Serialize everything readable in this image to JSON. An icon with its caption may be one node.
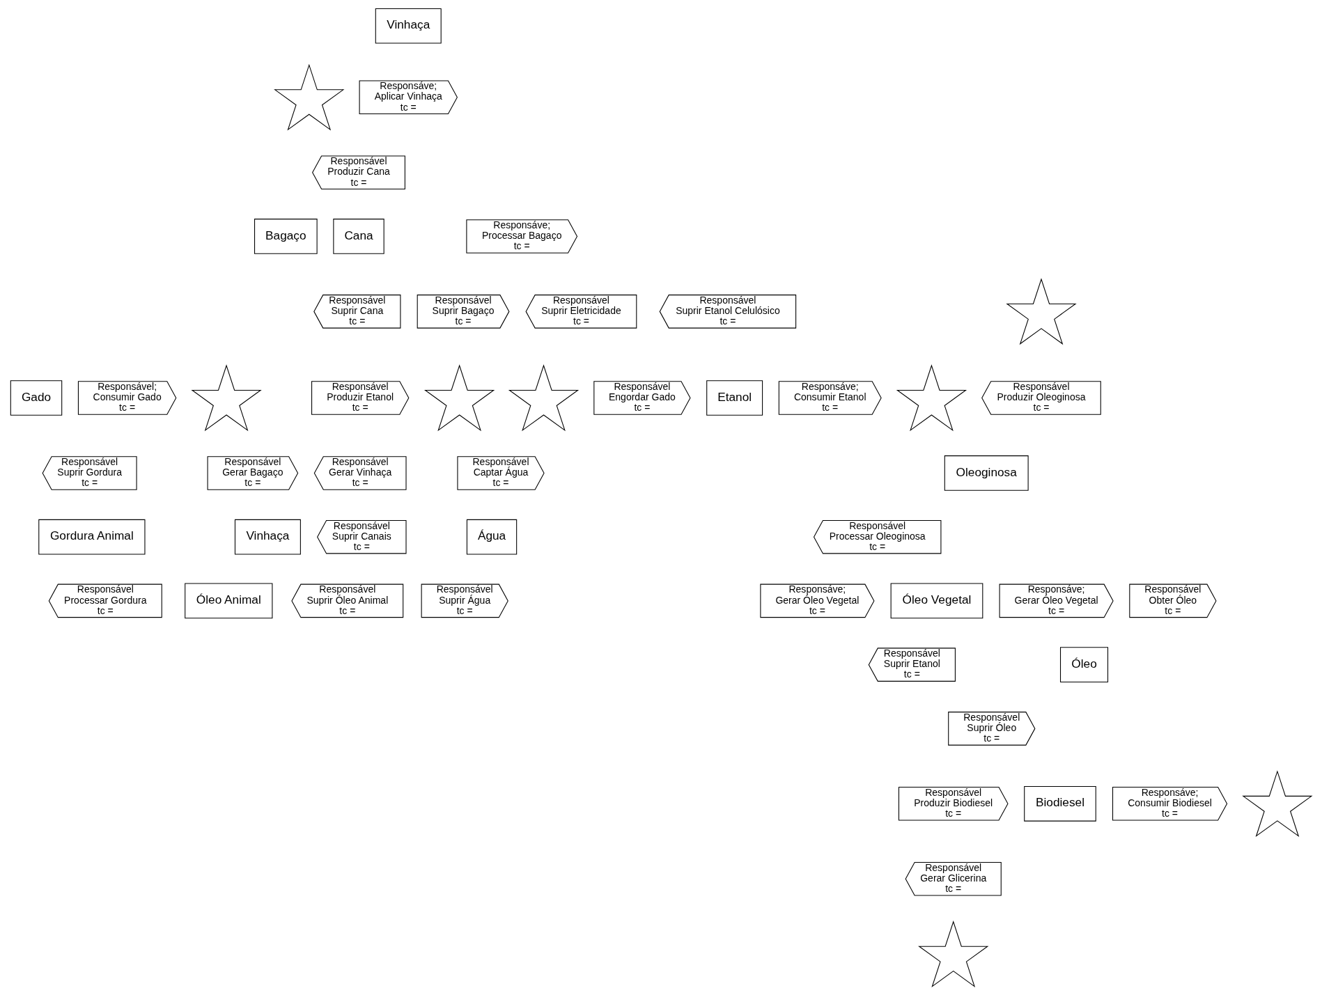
{
  "diagram": {
    "nodes": [
      {
        "text": [],
        "shape": "star"
      },
      {
        "text": [],
        "shape": "star"
      },
      {
        "text": [
          "Responsável",
          "Engordar Gado",
          "tc ="
        ]
      },
      {
        "text": [
          "Gado"
        ]
      },
      {
        "text": [
          "Responsável;",
          "Consumir Gado",
          "tc ="
        ]
      },
      {
        "text": [],
        "shape": "star"
      },
      {
        "text": [
          "Vinhaça"
        ]
      },
      {
        "text": [
          "Responsáve;",
          "Aplicar Vinhaça",
          "tc ="
        ]
      },
      {
        "text": [
          "Responsável",
          "Produzir Cana",
          "tc ="
        ]
      },
      {
        "text": [
          "Responsável",
          "Suprir Bagaço",
          "tc ="
        ]
      },
      {
        "text": [
          "Responsável",
          "Suprir Gordura",
          "tc ="
        ]
      },
      {
        "text": [
          "Cana"
        ]
      },
      {
        "text": [
          "Bagaço"
        ]
      },
      {
        "text": [
          "Responsáve;",
          "Processar Bagaço",
          "tc ="
        ]
      },
      {
        "text": [
          "Gordura Animal"
        ]
      },
      {
        "text": [
          "Responsável",
          "Suprir Cana",
          "tc ="
        ]
      },
      {
        "text": [
          "Responsável",
          "Gerar Bagaço",
          "tc ="
        ]
      },
      {
        "text": [
          "Responsável",
          "Suprir Eletricidade",
          "tc ="
        ]
      },
      {
        "text": [
          "Responsável",
          "Suprir Etanol Celulósico",
          "tc ="
        ]
      },
      {
        "text": [
          "Responsável",
          "Produzir Etanol",
          "tc ="
        ]
      },
      {
        "text": [
          "Etanol"
        ]
      },
      {
        "text": [
          "Responsáve;",
          "Consumir Etanol",
          "tc ="
        ]
      },
      {
        "text": [],
        "shape": "star"
      },
      {
        "text": [
          "Responsável",
          "Gerar Vinhaça",
          "tc ="
        ]
      },
      {
        "text": [
          "Responsável",
          "Suprir Água",
          "tc ="
        ]
      },
      {
        "text": [
          "Responsável",
          "Suprir Etanol",
          "tc ="
        ]
      },
      {
        "text": [],
        "shape": "star"
      },
      {
        "text": [
          "Responsável",
          "Suprir Canais",
          "tc ="
        ]
      },
      {
        "text": [
          "Vinhaça"
        ]
      },
      {
        "text": [
          "Água"
        ]
      },
      {
        "text": [
          "Responsável",
          "Produzir Biodiesel",
          "tc ="
        ]
      },
      {
        "text": [
          "Biodiesel"
        ]
      },
      {
        "text": [
          "Responsáve;",
          "Consumir Biodiesel",
          "tc ="
        ]
      },
      {
        "text": [],
        "shape": "star"
      },
      {
        "text": [
          "Responsável",
          "Produzir Oleoginosa",
          "tc ="
        ]
      },
      {
        "text": [
          "Responsável",
          "Captar Água",
          "tc ="
        ]
      },
      {
        "text": [
          "Responsável",
          "Gerar Glicerina",
          "tc ="
        ]
      },
      {
        "text": [
          "Responsável",
          "Suprir Óleo",
          "tc ="
        ]
      },
      {
        "text": [
          "Oleoginosa"
        ]
      },
      {
        "text": [
          "Óleo"
        ]
      },
      {
        "text": [],
        "shape": "star"
      },
      {
        "text": [],
        "shape": "star"
      },
      {
        "text": [
          "Responsável",
          "Processar Oleoginosa",
          "tc ="
        ]
      },
      {
        "text": [
          "Responsáve;",
          "Gerar Óleo Vegetal",
          "tc ="
        ]
      },
      {
        "text": [
          "Óleo Vegetal"
        ]
      },
      {
        "text": [
          "Responsáve;",
          "Gerar Óleo Vegetal",
          "tc ="
        ]
      },
      {
        "text": [
          "Responsável",
          "Obter Óleo",
          "tc ="
        ]
      },
      {
        "text": [
          "Responsável",
          "Suprir Óleo Animal",
          "tc ="
        ]
      },
      {
        "text": [
          "Óleo Animal"
        ]
      },
      {
        "text": [
          "Responsável",
          "Processar Gordura",
          "tc ="
        ]
      }
    ]
  }
}
